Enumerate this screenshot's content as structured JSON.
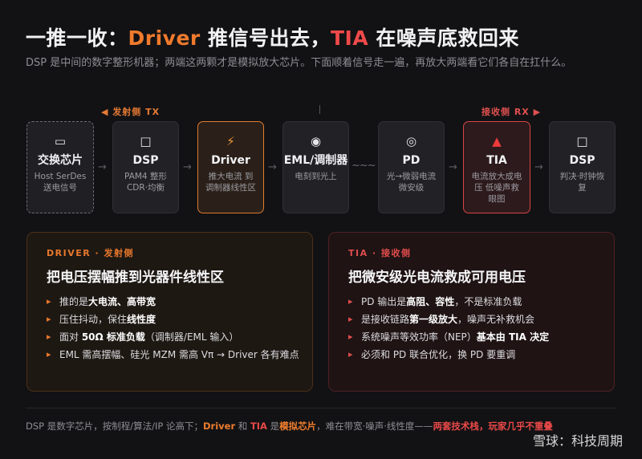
{
  "header": {
    "title_a": "一推一收：",
    "title_b": "Driver",
    "title_c": " 推信号出去，",
    "title_d": "TIA",
    "title_e": " 在噪声底救回来",
    "subtitle": "DSP 是中间的数字整形机器；两端这两颗才是模拟放大芯片。下面顺着信号走一遍，再放大两端看它们各自在扛什么。"
  },
  "pipeline": {
    "tx_label": "◀ 发射侧 TX",
    "rx_label": "接收侧 RX ▶",
    "link_symbol": "~~~",
    "arrow": "→",
    "nodes": [
      {
        "icon": "▭",
        "name": "交换芯片",
        "desc": "Host SerDes 送电信号"
      },
      {
        "icon": "□",
        "name": "DSP",
        "desc": "PAM4 整形 CDR·均衡"
      },
      {
        "icon": "⚡",
        "name": "Driver",
        "desc": "推大电流 到调制器线性区"
      },
      {
        "icon": "◉",
        "name": "EML/调制器",
        "desc": "电刻到光上"
      },
      {
        "icon": "◎",
        "name": "PD",
        "desc": "光→微弱电流 微安级"
      },
      {
        "icon": "▲",
        "name": "TIA",
        "desc": "电流放大成电压 低噪声救眼图"
      },
      {
        "icon": "□",
        "name": "DSP",
        "desc": "判决·时钟恢复"
      }
    ]
  },
  "driver_panel": {
    "tag": "DRIVER · 发射侧",
    "heading": "把电压摆幅推到光器件线性区",
    "b1_pre": "推的是",
    "b1_bold": "大电流、高带宽",
    "b1_post": "",
    "b2_pre": "压住抖动，保住",
    "b2_bold": "线性度",
    "b2_post": "",
    "b3_pre": "面对 ",
    "b3_bold": "50Ω 标准负载",
    "b3_post": "（调制器/EML 输入）",
    "b4": "EML 需高摆幅、硅光 MZM 需高 Vπ → Driver 各有难点"
  },
  "tia_panel": {
    "tag": "TIA · 接收侧",
    "heading": "把微安级光电流救成可用电压",
    "b1_pre": "PD 输出是",
    "b1_bold": "高阻、容性",
    "b1_post": "，不是标准负载",
    "b2_pre": "是接收链路",
    "b2_bold": "第一级放大",
    "b2_post": "，噪声无补救机会",
    "b3_pre": "系统噪声等效功率（NEP）",
    "b3_bold": "基本由 TIA 决定",
    "b3_post": "",
    "b4": "必须和 PD 联合优化，换 PD 要重调"
  },
  "footer": {
    "p1": "DSP 是数字芯片，按制程/算法/IP 论高下；",
    "driver": "Driver",
    "p2": " 和 ",
    "tia": "TIA",
    "p3": " 是",
    "analog": "模拟芯片",
    "p4": "，难在带宽·噪声·线性度——",
    "tail": "两套技术栈，玩家几乎不重叠"
  },
  "watermark": "雪球：科技周期"
}
